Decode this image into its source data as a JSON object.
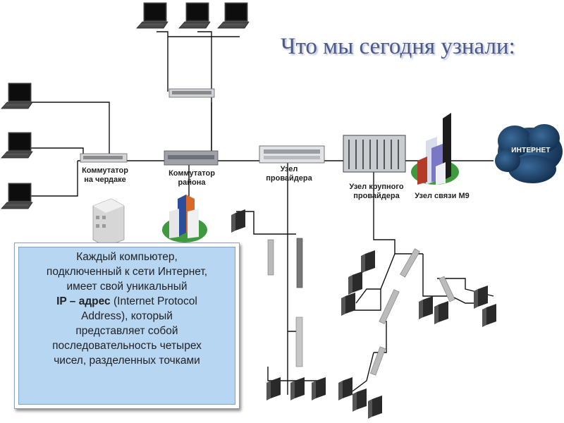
{
  "title": "Что мы сегодня узнали:",
  "nodes": {
    "attic_switch": "Коммутатор\nна чердаке",
    "district_switch": "Коммутатор\nрайона",
    "provider_node": "Узел\nпровайдера",
    "big_provider_node": "Узел крупного\nпровайдера",
    "m9_node": "Узел связи М9",
    "internet": "ИНТЕРНЕТ"
  },
  "callout": {
    "line1": "Каждый компьютер,",
    "line2": "подключенный к сети Интернет,",
    "line3": "имеет свой уникальный",
    "ip_bold": "IP – адрес",
    "line4_rest": " (Internet Protocol",
    "line5": "Address), который",
    "line6": "представляет собой",
    "line7": "последовательность четырех",
    "line8": "чисел, разделенных точками"
  },
  "colors": {
    "title": "#4a5a8c",
    "callout_bg": "#b6d6f2",
    "cloud": "#1f3f66"
  }
}
